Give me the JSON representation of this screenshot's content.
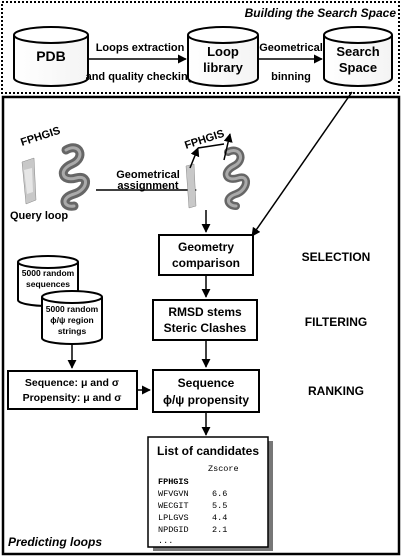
{
  "search_space_section": {
    "title": "Building the Search Space",
    "db_pdb": "PDB",
    "edge1_top": "Loops extraction",
    "edge1_bottom": "and quality checking",
    "db_loop_line1": "Loop",
    "db_loop_line2": "library",
    "edge2_top": "Geometrical",
    "edge2_bottom": "binning",
    "db_search_line1": "Search",
    "db_search_line2": "Space"
  },
  "prediction_section": {
    "title": "Predicting loops",
    "query_sequence": "FPHGIS",
    "query_label": "Query loop",
    "assign_line1": "Geometrical",
    "assign_line2": "assignment",
    "assigned_sequence": "FPHGIS",
    "geometry_line1": "Geometry",
    "geometry_line2": "comparison",
    "selection_label": "SELECTION",
    "random_seq_line1": "5000 random",
    "random_seq_line2": "sequences",
    "random_reg_line1": "5000 random",
    "random_reg_line2": "ϕ/ψ region",
    "random_reg_line3": "strings",
    "rmsd_line1": "RMSD stems",
    "rmsd_line2": "Steric Clashes",
    "filtering_label": "FILTERING",
    "stats_line1": "Sequence: μ and σ",
    "stats_line2": "Propensity: μ and σ",
    "seqprop_line1": "Sequence",
    "seqprop_line2": "ϕ/ψ propensity",
    "ranking_label": "RANKING",
    "candidates": {
      "title": "List of candidates",
      "zscore_header": "Zscore",
      "query": "FPHGIS",
      "rows": [
        {
          "seq": "WFVGVN",
          "z": "6.6"
        },
        {
          "seq": "WECGIT",
          "z": "5.5"
        },
        {
          "seq": "LPLGVS",
          "z": "4.4"
        },
        {
          "seq": "NPDGID",
          "z": "2.1"
        }
      ],
      "ellipsis": "..."
    }
  }
}
